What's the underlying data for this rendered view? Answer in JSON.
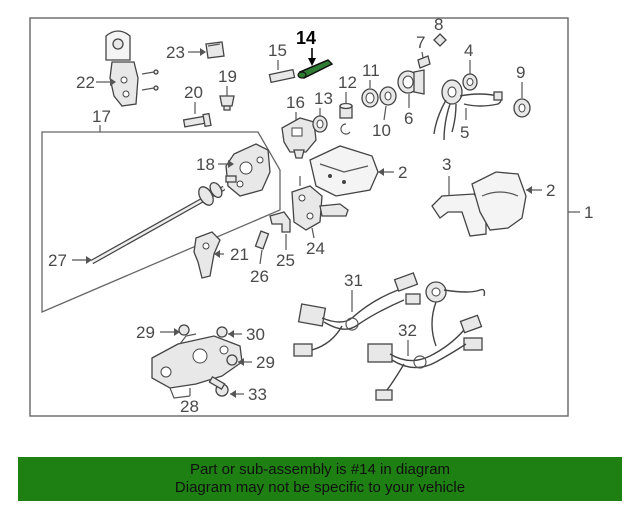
{
  "callouts": {
    "c1": "1",
    "c2a": "2",
    "c2b": "2",
    "c3": "3",
    "c4": "4",
    "c5": "5",
    "c6": "6",
    "c7": "7",
    "c8": "8",
    "c9": "9",
    "c10": "10",
    "c11": "11",
    "c12": "12",
    "c13": "13",
    "c14": "14",
    "c15": "15",
    "c16": "16",
    "c17": "17",
    "c18": "18",
    "c19": "19",
    "c20": "20",
    "c21": "21",
    "c22": "22",
    "c23": "23",
    "c24": "24",
    "c25": "25",
    "c26": "26",
    "c27": "27",
    "c28": "28",
    "c29a": "29",
    "c29b": "29",
    "c30": "30",
    "c31": "31",
    "c32": "32",
    "c33": "33"
  },
  "highlight": {
    "part_number": "14",
    "color": "#2e7d32"
  },
  "banner": {
    "line1": "Part or sub-assembly is #14 in diagram",
    "line2": "Diagram may not be specific to your vehicle",
    "background": "#1e7f12"
  }
}
